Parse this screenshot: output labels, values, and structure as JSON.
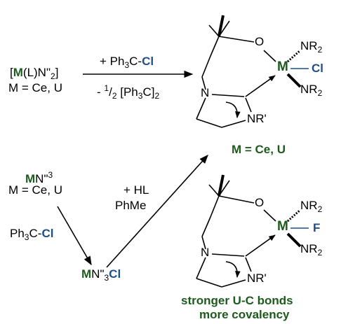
{
  "colors": {
    "metal": "#1d5a1d",
    "halide": "#1f4e8c",
    "caption": "#1d5a1d",
    "ink": "#000000"
  },
  "top_reaction": {
    "reactant_open": "[",
    "reactant_metal": "M",
    "reactant_ligand": "(L)N\"",
    "reactant_sub": "2",
    "reactant_close": "]",
    "metals_line": "M = Ce, U",
    "reagent_prefix": "+ Ph",
    "reagent_sub": "3",
    "reagent_c": "C-",
    "reagent_halide": "Cl",
    "byproduct_prefix": "- ",
    "byproduct_frac_num": "1",
    "byproduct_frac_den": "2",
    "byproduct_rest": " [Ph",
    "byproduct_sub1": "3",
    "byproduct_rest2": "C]",
    "byproduct_sub2": "2"
  },
  "top_product": {
    "o_label": "O",
    "n_label": "N",
    "nr_label": "NR'",
    "metal": "M",
    "nr2_upper": "NR",
    "nr2_upper_sub": "2",
    "halide": "Cl",
    "nr2_lower": "NR",
    "nr2_lower_sub": "2",
    "caption": "M = Ce, U"
  },
  "bottom_reaction": {
    "start_metal": "M",
    "start_rest": "N\"",
    "start_sup": "3",
    "metals_line": "M = Ce, U",
    "reagent_prefix": "Ph",
    "reagent_sub": "3",
    "reagent_c": "C-",
    "reagent_halide": "Cl",
    "intermediate_metal": "M",
    "intermediate_rest": "N\"",
    "intermediate_sub": "3",
    "intermediate_halide": "Cl",
    "conditions_line1": "+ HL",
    "conditions_line2": "PhMe"
  },
  "bottom_product": {
    "o_label": "O",
    "n_label": "N",
    "nr_label": "NR'",
    "metal": "M",
    "nr2_upper": "NR",
    "nr2_upper_sub": "2",
    "halide": "F",
    "nr2_lower": "NR",
    "nr2_lower_sub": "2",
    "caption_line1": "stronger U-C bonds",
    "caption_line2": "more covalency"
  }
}
